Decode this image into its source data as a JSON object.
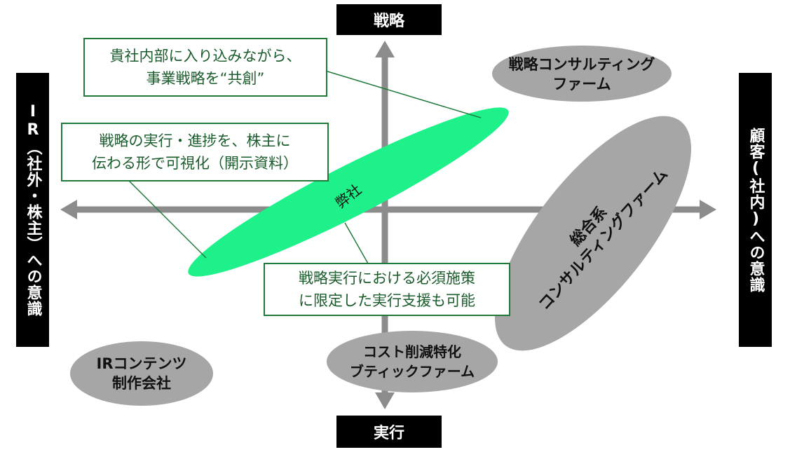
{
  "axes": {
    "top": "戦略",
    "bottom": "実行",
    "left": "IR（社外・株主）への意識",
    "right": "顧客(社内)への意識"
  },
  "entities": {
    "self": "弊社",
    "strategy_consulting": [
      "戦略コンサルティング",
      "ファーム"
    ],
    "general_consulting": [
      "総合系",
      "コンサルティングファーム"
    ],
    "cost_boutique": [
      "コスト削減特化",
      "ブティックファーム"
    ],
    "ir_content": [
      "IRコンテンツ",
      "制作会社"
    ]
  },
  "callouts": {
    "cocreation": [
      "貴社内部に入り込みながら、",
      "事業戦略を“共創”"
    ],
    "visualization": [
      "戦略の実行・進捗を、株主に",
      "伝わる形で可視化（開示資料）"
    ],
    "execution": [
      "戦略実行における必須施策",
      "に限定した実行支援も可能"
    ]
  },
  "colors": {
    "axis_arrow": "#8c8c8c",
    "self_ellipse": "#1ef08a",
    "competitor_ellipse": "#a6a6a6",
    "callout_border": "#1f7a3a",
    "axis_label_bg": "#000000"
  }
}
